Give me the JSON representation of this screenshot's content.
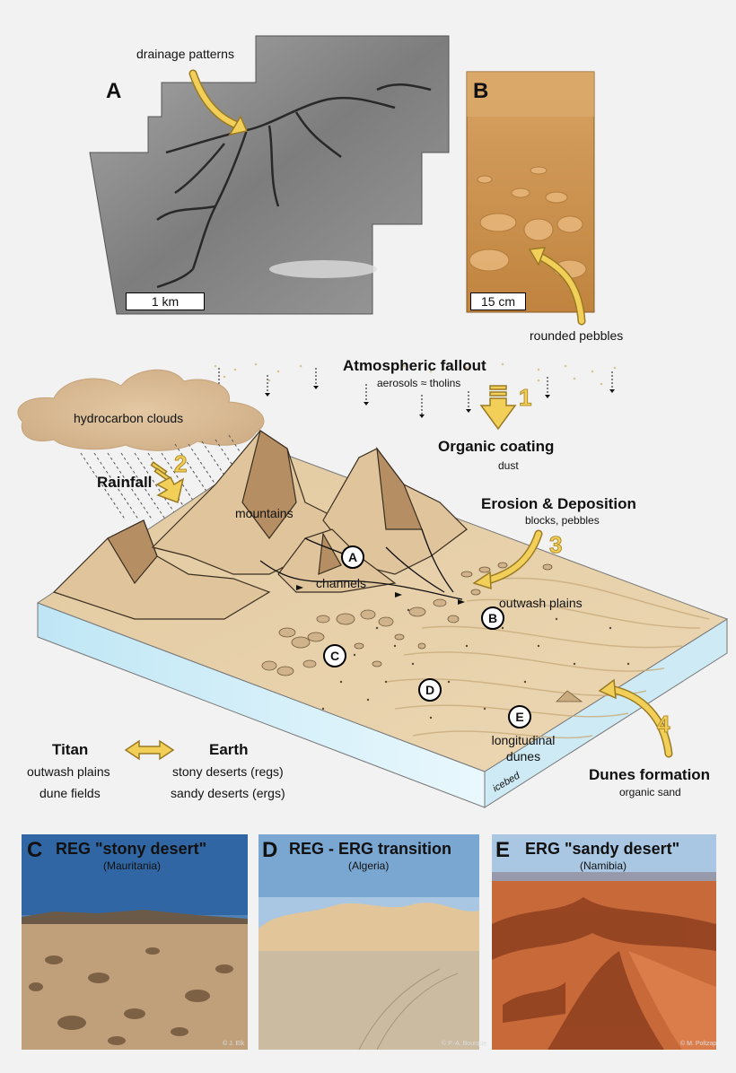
{
  "panel_a": {
    "letter": "A",
    "caption": "drainage patterns",
    "scale": "1 km"
  },
  "panel_b": {
    "letter": "B",
    "scale": "15 cm",
    "caption": "rounded pebbles"
  },
  "diagram": {
    "atmos_title": "Atmospheric fallout",
    "atmos_sub": "aerosols ≈ tholins",
    "step1": "1",
    "clouds": "hydrocarbon clouds",
    "step2": "2",
    "rainfall": "Rainfall",
    "coating_title": "Organic coating",
    "coating_sub": "dust",
    "erosion_title": "Erosion & Deposition",
    "erosion_sub": "blocks, pebbles",
    "step3": "3",
    "mountains": "mountains",
    "channels": "channels",
    "outwash": "outwash plains",
    "circle_a": "A",
    "circle_b": "B",
    "circle_c": "C",
    "circle_d": "D",
    "circle_e": "E",
    "dunes": "longitudinal dunes",
    "step4": "4",
    "dunes_formation_title": "Dunes formation",
    "dunes_formation_sub": "organic sand",
    "icebed": "icebed"
  },
  "legend": {
    "titan": "Titan",
    "earth": "Earth",
    "titan_items": [
      "outwash plains",
      "dune fields"
    ],
    "earth_items": [
      "stony deserts (regs)",
      "sandy deserts (ergs)"
    ]
  },
  "photos": [
    {
      "letter": "C",
      "title": "REG \"stony desert\"",
      "place": "(Mauritania)",
      "credit": "© J. Elk"
    },
    {
      "letter": "D",
      "title": "REG - ERG transition",
      "place": "(Algeria)",
      "credit": "© P.-A. Bourque"
    },
    {
      "letter": "E",
      "title": "ERG \"sandy desert\"",
      "place": "(Namibia)",
      "credit": "© M. Poltzap"
    }
  ],
  "colors": {
    "arrow_yellow": "#f1cf58",
    "sand": "#e9d3a9",
    "rock": "#b5916a",
    "ice": "#dff3fb"
  }
}
